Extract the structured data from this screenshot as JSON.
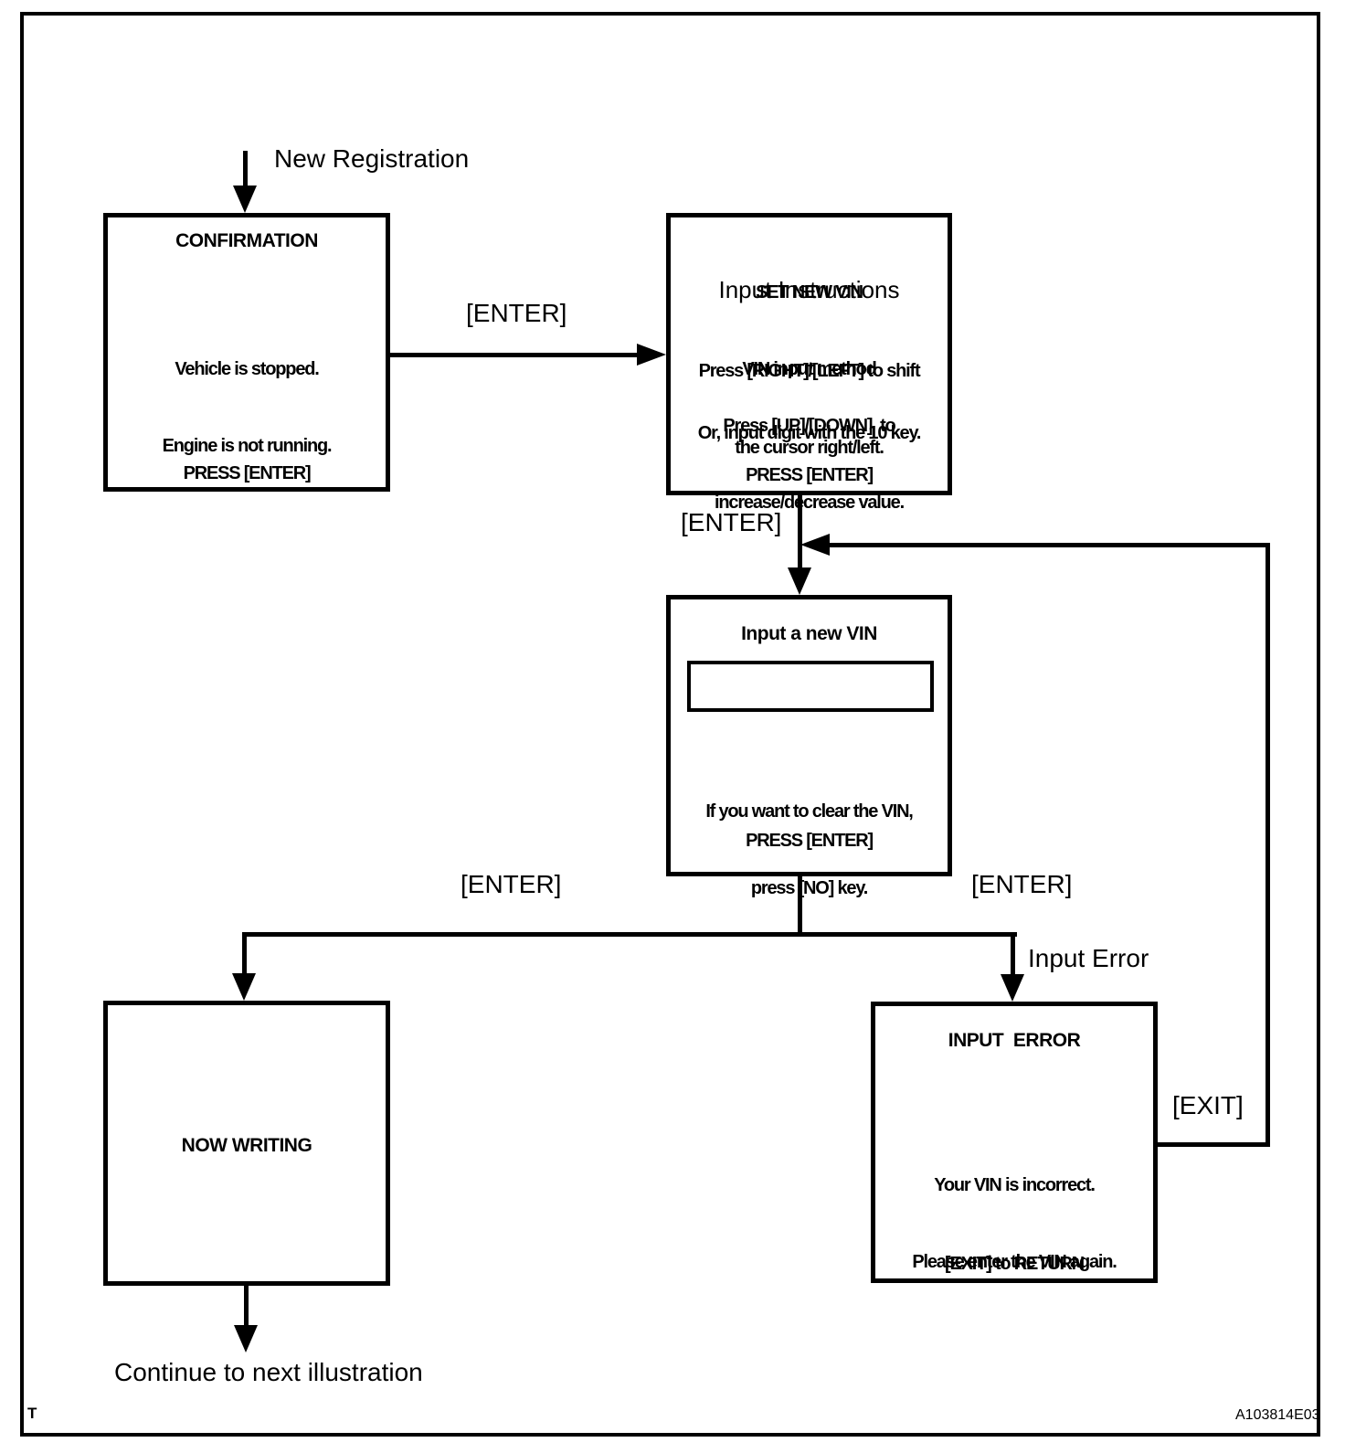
{
  "page": {
    "corner_mark": "T",
    "figure_id": "A103814E03"
  },
  "labels": {
    "entry": "New Registration",
    "enter_1": "[ENTER]",
    "enter_2": "[ENTER]",
    "enter_3": "[ENTER]",
    "enter_4": "[ENTER]",
    "input_error": "Input Error",
    "exit": "[EXIT]",
    "continue": "Continue to next illustration"
  },
  "nodes": {
    "confirmation": {
      "title": "CONFIRMATION",
      "line1": "Vehicle is stopped.",
      "line2": "Engine is not running.",
      "footer": "PRESS [ENTER]"
    },
    "set_new_vin": {
      "title1": "SET NEW VIN",
      "title2": "VIN input method",
      "subtitle": "Input Instructions",
      "instr1a": "Press [RIGHT]/[LEFT] to shift",
      "instr1b": "the cursor right/left.",
      "instr2a": "Press [UP]/[DOWN]  to",
      "instr2b": "increase/decrease value.",
      "instr3": "Or, input digit with the 10 key.",
      "footer": "PRESS [ENTER]"
    },
    "input_new_vin": {
      "title": "Input a new VIN",
      "field_value": "",
      "note1": "If you want to clear the VIN,",
      "note2": "press [NO] key.",
      "footer": "PRESS [ENTER]"
    },
    "now_writing": {
      "title": "NOW WRITING"
    },
    "input_error": {
      "title": "INPUT  ERROR",
      "line1": "Your VIN is incorrect.",
      "line2": "Please enter the VIN again.",
      "footer": "[EXIT] to RETURN"
    }
  },
  "colors": {
    "ink": "#000000",
    "background": "#ffffff"
  }
}
